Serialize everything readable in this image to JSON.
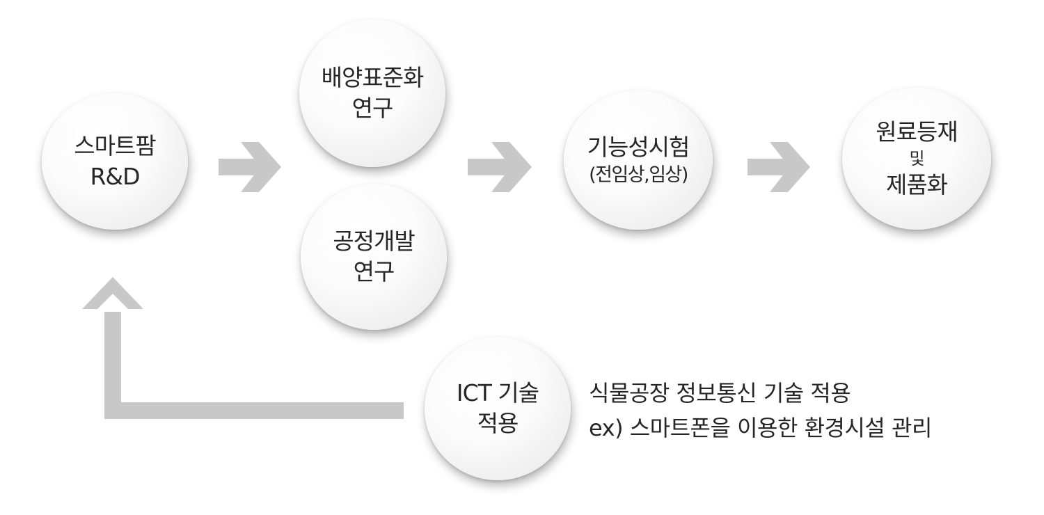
{
  "nodes": {
    "smartfarm": {
      "line1": "스마트팜",
      "line2": "R&D"
    },
    "culture_std": {
      "line1": "배양표준화",
      "line2": "연구"
    },
    "process_dev": {
      "line1": "공정개발",
      "line2": "연구"
    },
    "function_test": {
      "line1": "기능성시험",
      "line2": "(전임상,임상)"
    },
    "registration": {
      "line1": "원료등재",
      "line2": "및",
      "line3": "제품화"
    },
    "ict": {
      "line1": "ICT 기술",
      "line2": "적용"
    }
  },
  "note": {
    "line1": "식물공장 정보통신 기술 적용",
    "line2": "ex) 스마트폰을 이용한 환경시설 관리"
  },
  "colors": {
    "arrow": "#c8c8c8",
    "text": "#262626",
    "circle_fill": "#f7f7f7"
  },
  "icons": [
    "right-arrow-icon",
    "up-arrow-icon"
  ]
}
